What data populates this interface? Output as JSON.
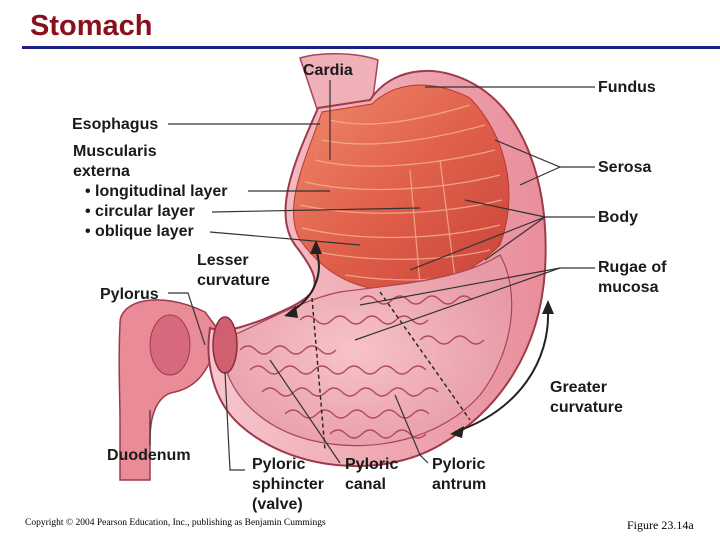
{
  "page": {
    "title": "Stomach",
    "copyright": "Copyright © 2004 Pearson Education, Inc., publishing as Benjamin Cummings",
    "figure_label": "Figure 23.14a",
    "colors": {
      "title": "#8b0e1c",
      "rule": "#1c1e8a",
      "muscle": "#e0604a",
      "mucosa": "#f3b7bf"
    }
  },
  "labels": {
    "cardia": "Cardia",
    "fundus": "Fundus",
    "esophagus": "Esophagus",
    "muscularis_1": "Muscularis",
    "muscularis_2": "externa",
    "longitudinal": "• longitudinal layer",
    "circular": "• circular layer",
    "oblique": "• oblique layer",
    "serosa": "Serosa",
    "body": "Body",
    "lesser_1": "Lesser",
    "lesser_2": "curvature",
    "rugae_1": "Rugae of",
    "rugae_2": "mucosa",
    "pylorus": "Pylorus",
    "greater_1": "Greater",
    "greater_2": "curvature",
    "duodenum": "Duodenum",
    "sphincter_1": "Pyloric",
    "sphincter_2": "sphincter",
    "sphincter_3": "(valve)",
    "canal_1": "Pyloric",
    "canal_2": "canal",
    "antrum_1": "Pyloric",
    "antrum_2": "antrum"
  }
}
